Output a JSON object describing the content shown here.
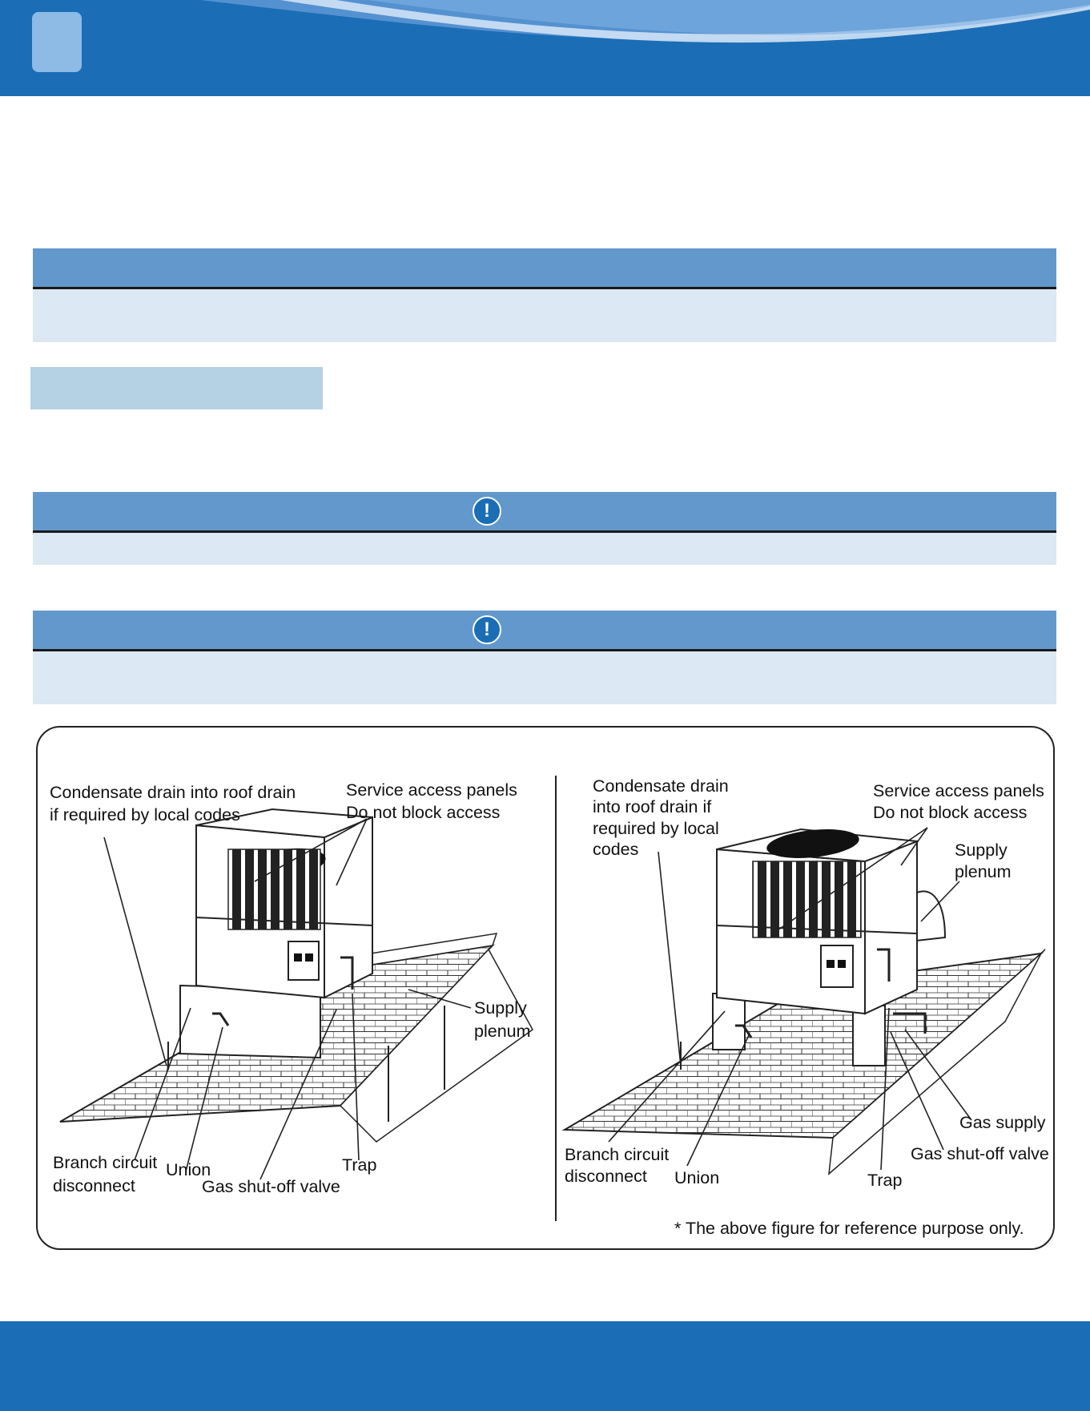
{
  "figure": {
    "left_panel": {
      "condensate_line1": "Condensate drain into roof drain",
      "condensate_line2": "if required by local codes",
      "service_line1": "Service access panels",
      "service_line2": "Do not block access",
      "supply_line1": "Supply",
      "supply_line2": "plenum",
      "branch_line1": "Branch circuit",
      "branch_line2": "disconnect",
      "union": "Union",
      "trap": "Trap",
      "gas_valve": "Gas shut-off valve"
    },
    "right_panel": {
      "condensate_line1": "Condensate drain",
      "condensate_line2": "into roof drain if",
      "condensate_line3": "required by local",
      "condensate_line4": "codes",
      "service_line1": "Service access panels",
      "service_line2": "Do not block access",
      "supply_line1": "Supply",
      "supply_line2": "plenum",
      "gas_supply": "Gas supply",
      "gas_valve": "Gas shut-off valve",
      "branch_line1": "Branch circuit",
      "branch_line2": "disconnect",
      "union": "Union",
      "trap": "Trap"
    },
    "footnote": "* The above figure for reference purpose only."
  },
  "colors": {
    "header_blue": "#1b6db6",
    "note_header": "#6398cc",
    "note_body": "#dce8f4",
    "sub_tab": "#b5d1e4"
  }
}
